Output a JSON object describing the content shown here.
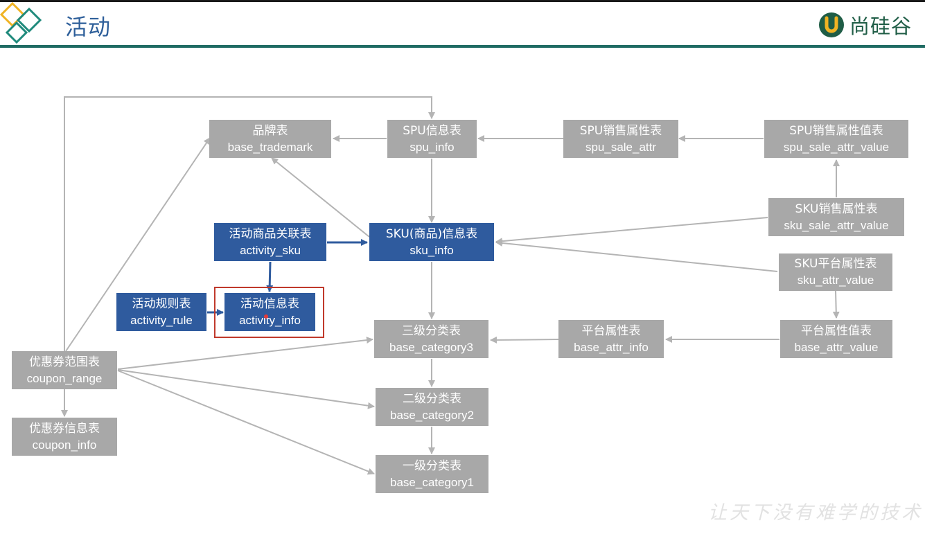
{
  "header": {
    "title": "活动",
    "brand_name": "尚硅谷",
    "brand_icon": "u-logo-icon",
    "accent_color": "#1f6b63",
    "title_color": "#2e5f9a"
  },
  "slogan": "让天下没有难学的技术",
  "colors": {
    "table_gray": "#a8a8a8",
    "table_blue": "#2f5b9e",
    "wire_gray": "#b4b4b4",
    "wire_blue": "#2f5b9e",
    "highlight_red": "#c0392b"
  },
  "tables": {
    "base_trademark": {
      "cn": "品牌表",
      "en": "base_trademark"
    },
    "spu_info": {
      "cn": "SPU信息表",
      "en": "spu_info"
    },
    "spu_sale_attr": {
      "cn": "SPU销售属性表",
      "en": "spu_sale_attr"
    },
    "spu_sale_attr_value": {
      "cn": "SPU销售属性值表",
      "en": "spu_sale_attr_value"
    },
    "activity_sku": {
      "cn": "活动商品关联表",
      "en": "activity_sku"
    },
    "sku_info": {
      "cn": "SKU(商品)信息表",
      "en": "sku_info"
    },
    "sku_sale_attr_value": {
      "cn": "SKU销售属性表",
      "en": "sku_sale_attr_value"
    },
    "sku_attr_value": {
      "cn": "SKU平台属性表",
      "en": "sku_attr_value"
    },
    "activity_rule": {
      "cn": "活动规则表",
      "en": "activity_rule"
    },
    "activity_info": {
      "cn": "活动信息表",
      "en": "activity_info"
    },
    "base_category3": {
      "cn": "三级分类表",
      "en": "base_category3"
    },
    "base_attr_info": {
      "cn": "平台属性表",
      "en": "base_attr_info"
    },
    "base_attr_value": {
      "cn": "平台属性值表",
      "en": "base_attr_value"
    },
    "coupon_range": {
      "cn": "优惠券范围表",
      "en": "coupon_range"
    },
    "base_category2": {
      "cn": "二级分类表",
      "en": "base_category2"
    },
    "coupon_info": {
      "cn": "优惠券信息表",
      "en": "coupon_info"
    },
    "base_category1": {
      "cn": "一级分类表",
      "en": "base_category1"
    }
  }
}
